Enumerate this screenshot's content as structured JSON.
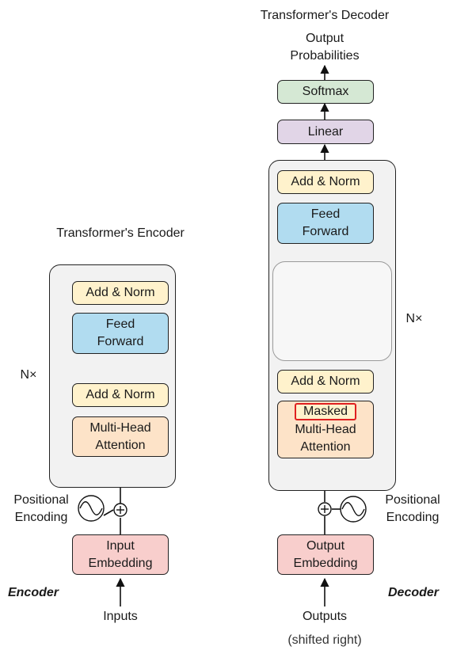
{
  "encoder": {
    "title": "Transformer's Encoder",
    "add_norm_top": "Add & Norm",
    "feed_forward": [
      "Feed",
      "Forward"
    ],
    "add_norm_bottom": "Add & Norm",
    "attention": [
      "Multi-Head",
      "Attention"
    ],
    "repeat_label": "N×",
    "positional": [
      "Positional",
      "Encoding"
    ],
    "embedding": [
      "Input",
      "Embedding"
    ],
    "side_label": "Encoder",
    "input_label": "Inputs"
  },
  "decoder": {
    "title": "Transformer's Decoder",
    "output_probs": [
      "Output",
      "Probabilities"
    ],
    "softmax": "Softmax",
    "linear": "Linear",
    "add_norm_top": "Add & Norm",
    "feed_forward": [
      "Feed",
      "Forward"
    ],
    "add_norm_bottom": "Add & Norm",
    "masked_tag": "Masked",
    "attention": [
      "Multi-Head",
      "Attention"
    ],
    "repeat_label": "N×",
    "positional": [
      "Positional",
      "Encoding"
    ],
    "embedding": [
      "Output",
      "Embedding"
    ],
    "side_label": "Decoder",
    "input_label": "Outputs",
    "input_note": "(shifted right)"
  },
  "colors": {
    "add_norm": "#fff2cc",
    "feed_forward": "#b1dcf0",
    "attention": "#fde3c8",
    "embedding": "#f8cecc",
    "linear": "#e1d5e7",
    "softmax": "#d5e8d4",
    "stack_bg": "#f2f2f2",
    "masked_border": "#e02020"
  }
}
